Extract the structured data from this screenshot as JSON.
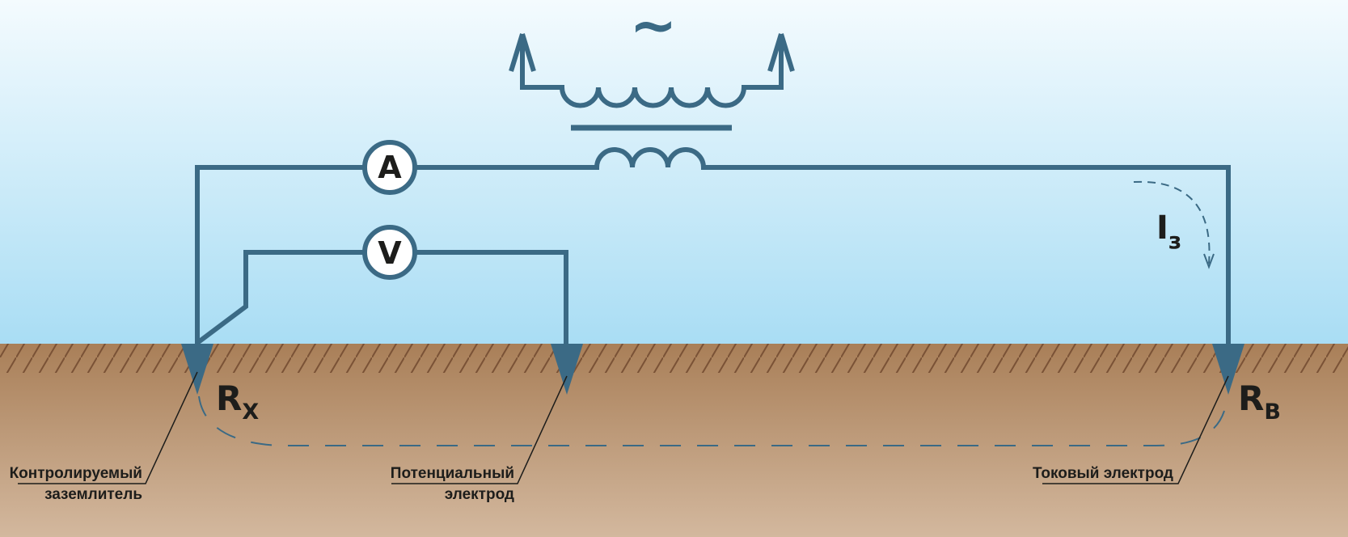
{
  "colors": {
    "wire": "#3b6a85",
    "sky_top": "#f4fbfe",
    "sky_bottom": "#a9ddf4",
    "soil_top": "#a97f58",
    "soil_bottom": "#d3b89e",
    "hatch": "#7a5236",
    "text": "#1d1d1b"
  },
  "source": {
    "symbol": "~"
  },
  "ammeter": {
    "label": "A"
  },
  "voltmeter": {
    "label": "V"
  },
  "current": {
    "main": "I",
    "sub": "з"
  },
  "resistances": {
    "rx": {
      "main": "R",
      "sub": "X"
    },
    "rb": {
      "main": "R",
      "sub": "B"
    }
  },
  "labels": {
    "controlled_1": "Контролируемый",
    "controlled_2": "заземлитель",
    "potential_1": "Потенциальный",
    "potential_2": "электрод",
    "current_electrode": "Токовый электрод"
  }
}
